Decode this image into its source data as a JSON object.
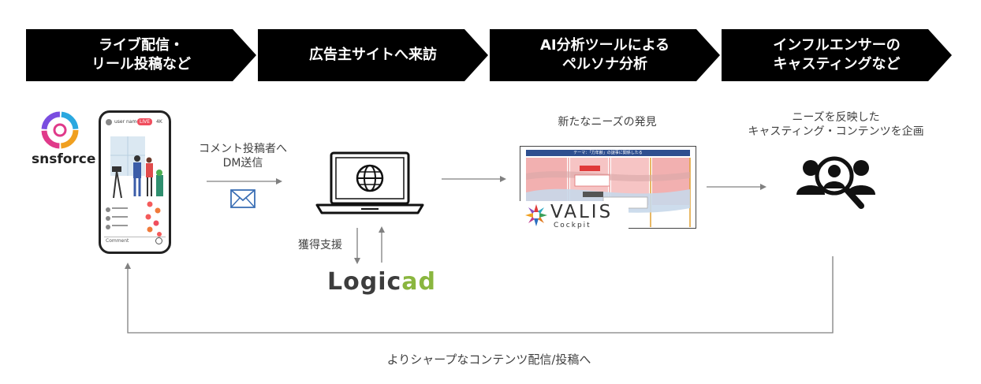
{
  "steps": [
    {
      "label": "ライブ配信・\nリール投稿など"
    },
    {
      "label": "広告主サイトへ来訪"
    },
    {
      "label": "AI分析ツールによる\nペルソナ分析"
    },
    {
      "label": "インフルエンサーの\nキャスティングなど"
    }
  ],
  "logos": {
    "snsforce": "snsforce",
    "logicad": "Logicad",
    "valis": "VALIS",
    "valis_sub": "Cockpit"
  },
  "phone": {
    "live_badge": "LIVE",
    "viewers": "4K",
    "user_name": "user name",
    "comment": "Comment"
  },
  "labels": {
    "dm": "コメント投稿者へ\nDM送信",
    "acquire": "獲得支援",
    "discovery": "新たなニーズの発見",
    "casting": "ニーズを反映した\nキャスティング・コンテンツを企画",
    "feedback": "よりシャープなコンテンツ配信/投稿へ",
    "dashboard_title": "テーマ：「力年齢」の謎事に関係したる"
  },
  "colors": {
    "chevron": "#000000",
    "arrow": "#808080",
    "logicad_green": "#8ab63f",
    "text": "#404040"
  }
}
